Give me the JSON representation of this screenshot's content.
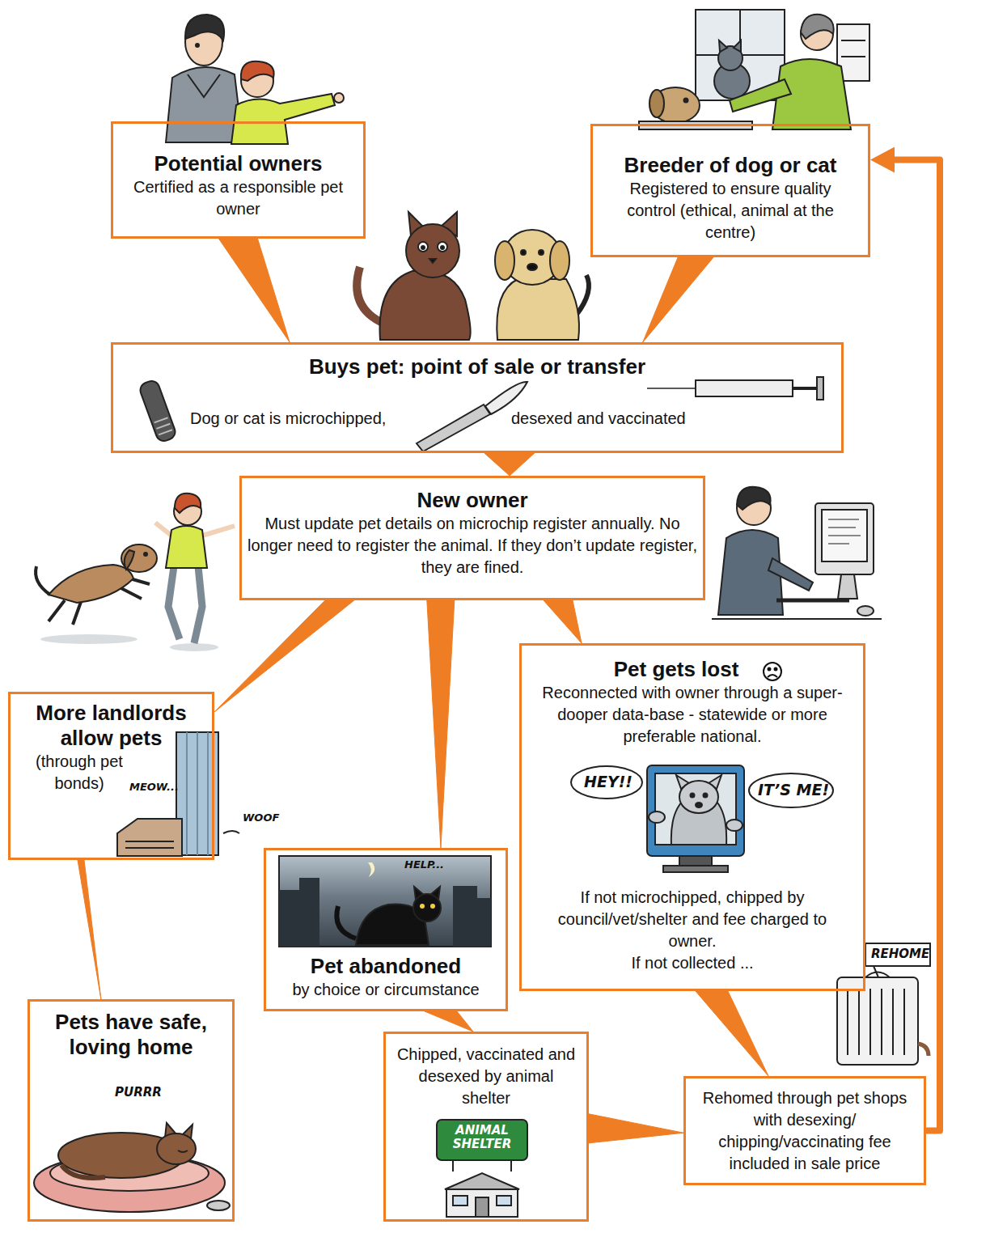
{
  "diagram": {
    "nodes": [
      {
        "text": [
          "Potential owners",
          "Certified as a responsible pet owner"
        ]
      },
      {
        "text": [
          "Breeder of dog or cat",
          "Registered to ensure quality control (ethical, animal at the centre)"
        ]
      },
      {
        "text": [
          "Buys pet: point of sale or transfer",
          "Dog or cat is microchipped,",
          "desexed and vaccinated"
        ]
      },
      {
        "text": [
          "New owner",
          "Must update pet details on microchip register annually. No longer need to register the animal. If they don’t update register, they are fined."
        ]
      },
      {
        "text": [
          "Pet gets lost",
          "Reconnected with owner through a super-dooper data-base - statewide or more preferable national.",
          "If not microchipped, chipped by council/vet/shelter and fee charged to owner.",
          "If not collected ..."
        ]
      },
      {
        "text": [
          "More landlords allow pets",
          "(through pet bonds)"
        ]
      },
      {
        "text": [
          "Pet abandoned",
          "by choice or circumstance"
        ]
      },
      {
        "text": [
          "Pets have safe, loving home"
        ]
      },
      {
        "text": [
          "Chipped, vaccinated and desexed by animal shelter"
        ]
      },
      {
        "text": [
          "Rehomed through pet shops with desexing/ chipping/vaccinating fee included in sale price"
        ]
      }
    ],
    "edges": [
      {
        "from": 0,
        "to": 2,
        "arrow": "none"
      },
      {
        "from": 1,
        "to": 2,
        "arrow": "none"
      },
      {
        "from": 2,
        "to": 3,
        "arrow": "to"
      },
      {
        "from": 3,
        "to": 5,
        "arrow": "none"
      },
      {
        "from": 3,
        "to": 6,
        "arrow": "none"
      },
      {
        "from": 3,
        "to": 4,
        "arrow": "none"
      },
      {
        "from": 5,
        "to": 7,
        "arrow": "none"
      },
      {
        "from": 6,
        "to": 8,
        "arrow": "none"
      },
      {
        "from": 4,
        "to": 9,
        "arrow": "none"
      },
      {
        "from": 8,
        "to": 9,
        "arrow": "none"
      },
      {
        "from": 9,
        "to": 1,
        "arrow": "to"
      }
    ],
    "labels": [
      "MEOW...",
      "WOOF",
      "HELP...",
      "HEY!!",
      "IT’S ME!",
      "PURRR",
      "ANIMAL SHELTER",
      "REHOME"
    ]
  }
}
